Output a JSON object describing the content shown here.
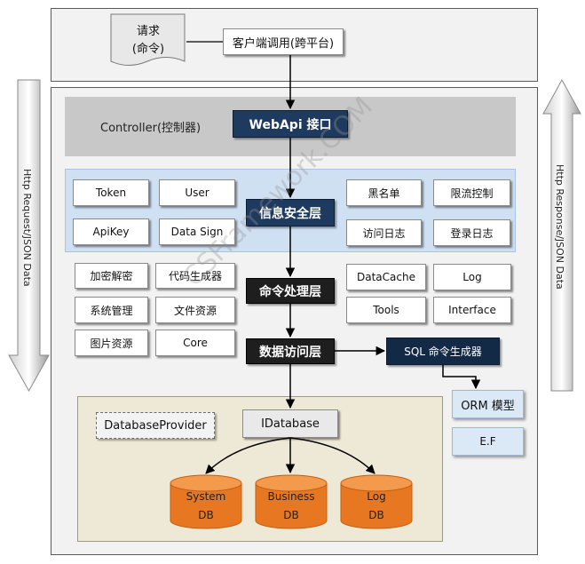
{
  "request_note": {
    "line1": "请求",
    "line2": "(命令)"
  },
  "client_call": "客户端调用(跨平台)",
  "controller_label": "Controller(控制器)",
  "webapi": "WebApi 接口",
  "security": {
    "title": "信息安全层",
    "left_items": [
      "Token",
      "User",
      "ApiKey",
      "Data Sign"
    ],
    "right_items": [
      "黑名单",
      "限流控制",
      "访问日志",
      "登录日志"
    ]
  },
  "command": {
    "title": "命令处理层",
    "left_items": [
      "加密解密",
      "代码生成器",
      "系统管理",
      "文件资源",
      "图片资源",
      "Core"
    ],
    "right_items": [
      "DataCache",
      "Log",
      "Tools",
      "Interface"
    ]
  },
  "data_access": {
    "title": "数据访问层"
  },
  "sql_generator": "SQL 命令生成器",
  "orm": [
    "ORM 模型",
    "E.F"
  ],
  "database": {
    "provider": "DatabaseProvider",
    "idatabase": "IDatabase",
    "dbs": [
      {
        "line1": "System",
        "line2": "DB"
      },
      {
        "line1": "Business",
        "line2": "DB"
      },
      {
        "line1": "Log",
        "line2": "DB"
      }
    ]
  },
  "side_arrows": {
    "left": "Http Request/JSON Data",
    "right": "Http Response/JSON Data"
  },
  "watermark": "CSFramework.COM",
  "colors": {
    "navy": "#1f3a5f",
    "dark": "#1e1e1e",
    "security_bg": "#cfe0f3",
    "db_orange": "#e87722"
  }
}
